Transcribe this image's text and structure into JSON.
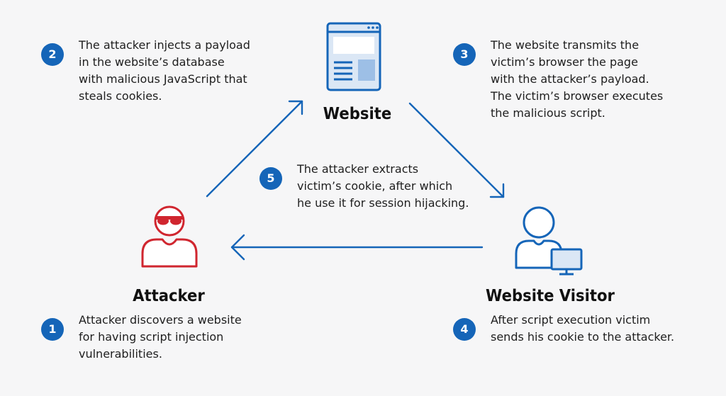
{
  "colors": {
    "accent": "#1565b8",
    "attacker": "#d0262f",
    "text": "#1e1e1e",
    "background": "#f6f6f7"
  },
  "nodes": {
    "website": {
      "label": "Website",
      "icon": "browser-window-icon"
    },
    "attacker": {
      "label": "Attacker",
      "icon": "hacker-icon"
    },
    "visitor": {
      "label": "Website Visitor",
      "icon": "user-with-monitor-icon"
    }
  },
  "steps": [
    {
      "number": "1",
      "lines": [
        "Attacker discovers a website",
        "for having script injection",
        "vulnerabilities."
      ]
    },
    {
      "number": "2",
      "lines": [
        "The attacker injects a payload",
        "in the website’s database",
        "with malicious JavaScript that",
        "steals cookies."
      ]
    },
    {
      "number": "3",
      "lines": [
        "The website transmits the",
        "victim’s browser the page",
        "with the attacker’s payload.",
        "The victim’s browser executes",
        "the malicious script."
      ]
    },
    {
      "number": "4",
      "lines": [
        "After script execution victim",
        "sends his cookie to the attacker."
      ]
    },
    {
      "number": "5",
      "lines": [
        "The attacker extracts",
        "victim’s cookie, after which",
        "he use it for session hijacking."
      ]
    }
  ]
}
